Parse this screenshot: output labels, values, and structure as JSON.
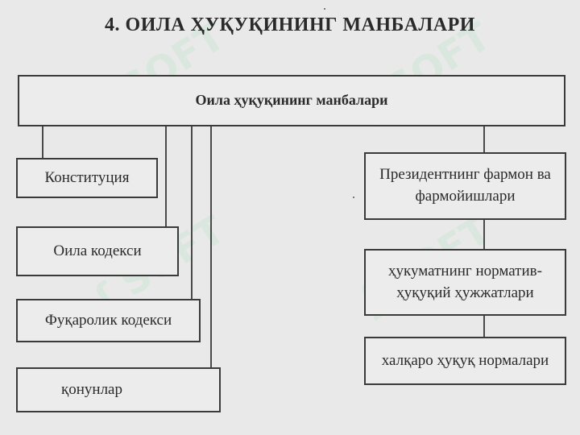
{
  "title": "4. ОИЛА ҲУҚУҚИНИНГ МАНБАЛАРИ",
  "root": {
    "label": "Оила ҳуқуқининг манбалари"
  },
  "left_sources": [
    {
      "label": "Конституция"
    },
    {
      "label": "Оила кодекси"
    },
    {
      "label": "Фуқаролик кодекси"
    },
    {
      "label": "қонунлар"
    }
  ],
  "right_sources": [
    {
      "label": "Президентнинг фармон ва фармойишлари"
    },
    {
      "label": "ҳукуматнинг норматив-ҳуқуқий ҳужжатлари"
    },
    {
      "label": "халқаро ҳуқуқ нормалари"
    }
  ],
  "watermark": {
    "text": "SOFT",
    "color": "#cfe6d6"
  }
}
